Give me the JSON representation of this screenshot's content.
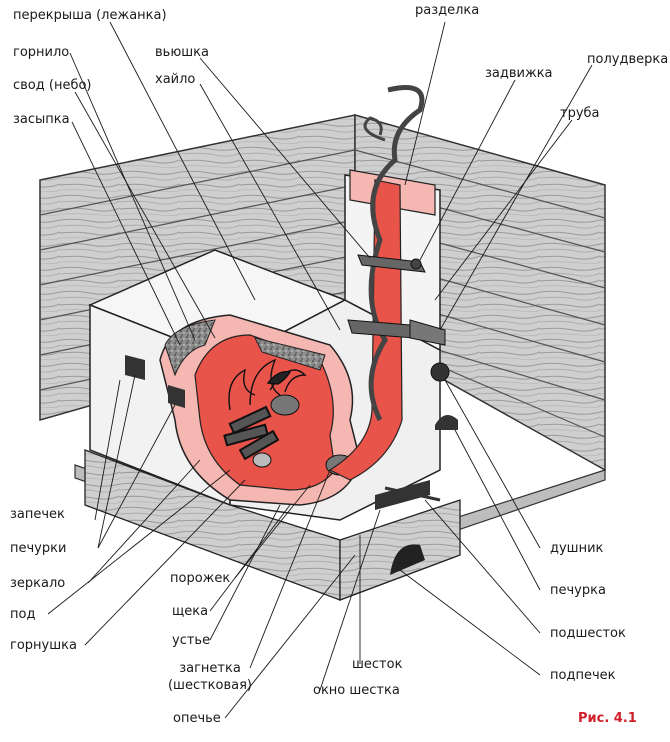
{
  "labels": {
    "perekrysha": "перекрыша (лежанка)",
    "gornilo": "горнило",
    "svod": "свод (небо)",
    "zasypka": "засыпка",
    "vyushka": "вьюшка",
    "khaylo": "хайло",
    "razdelka": "разделка",
    "zadvizhka": "задвижка",
    "poludverka": "полудверка",
    "truba": "труба",
    "zapechek": "запечек",
    "pechurki": "печурки",
    "zerkalo": "зеркало",
    "pod": "под",
    "gornushka": "горнушка",
    "porozhek": "порожек",
    "shcheka": "щека",
    "ustye": "устье",
    "zagnetka_1": "загнетка",
    "zagnetka_2": "(шестковая)",
    "opechye": "опечье",
    "shestok": "шесток",
    "okno_shestka": "окно шестка",
    "dushnik": "душник",
    "pechurka": "печурка",
    "podshestok": "подшесток",
    "podpechek": "подпечек"
  },
  "figure_caption": "Рис. 4.1",
  "colors": {
    "wood_light": "#d9d9d9",
    "wood_dark": "#8a8a8a",
    "brick_white": "#f4f4f4",
    "fire_red": "#e8534a",
    "fire_pink": "#f4b7b1",
    "line": "#1a1a1a",
    "caption_red": "#d0202a"
  }
}
